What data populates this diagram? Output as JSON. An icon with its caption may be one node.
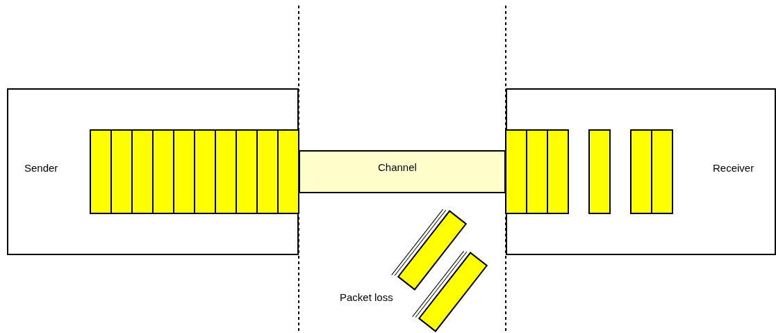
{
  "diagram": {
    "nodes": [
      {
        "text": [
          "Sender"
        ]
      },
      {
        "text": [
          "Channel"
        ]
      },
      {
        "text": [
          "Receiver"
        ]
      }
    ],
    "labels": [
      "Packet loss"
    ]
  }
}
